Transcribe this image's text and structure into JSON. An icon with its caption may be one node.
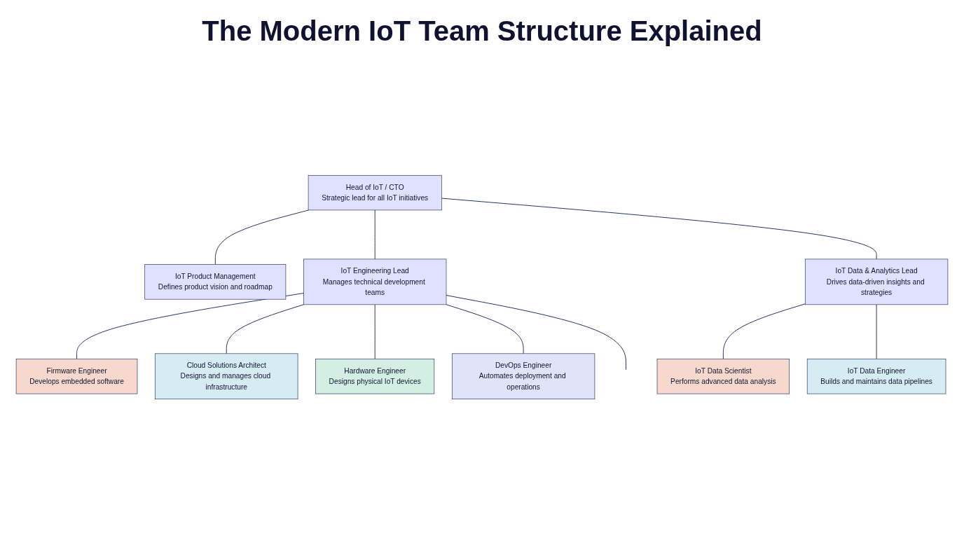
{
  "diagram": {
    "title": "The Modern IoT Team Structure Explained",
    "nodes": [
      {
        "text": [
          "Head of IoT / CTO",
          "Strategic lead for all IoT initiatives"
        ]
      },
      {
        "text": [
          "IoT Product Management",
          "Defines product vision and roadmap"
        ]
      },
      {
        "text": [
          "IoT Engineering Lead",
          "Manages technical development teams"
        ]
      },
      {
        "text": [
          "IoT Data & Analytics Lead",
          "Drives data-driven insights and strategies"
        ]
      },
      {
        "text": [
          "Firmware Engineer",
          "Develops embedded software"
        ]
      },
      {
        "text": [
          "Cloud Solutions Architect",
          "Designs and manages cloud infrastructure"
        ]
      },
      {
        "text": [
          "Hardware Engineer",
          "Designs physical IoT devices"
        ]
      },
      {
        "text": [
          "DevOps Engineer",
          "Automates deployment and operations"
        ]
      },
      {
        "text": [
          "IoT Data Scientist",
          "Performs advanced data analysis"
        ]
      },
      {
        "text": [
          "IoT Data Engineer",
          "Builds and maintains data pipelines"
        ]
      }
    ],
    "edges": [
      {
        "from": 0,
        "to": 1,
        "arrow": "none"
      },
      {
        "from": 0,
        "to": 2,
        "arrow": "none"
      },
      {
        "from": 0,
        "to": 3,
        "arrow": "none"
      },
      {
        "from": 2,
        "to": 4,
        "arrow": "none"
      },
      {
        "from": 2,
        "to": 5,
        "arrow": "none"
      },
      {
        "from": 2,
        "to": 6,
        "arrow": "none"
      },
      {
        "from": 2,
        "to": 7,
        "arrow": "none"
      },
      {
        "from": 2,
        "to": null,
        "arrow": "none"
      },
      {
        "from": 3,
        "to": 8,
        "arrow": "none"
      },
      {
        "from": 3,
        "to": 9,
        "arrow": "none"
      }
    ]
  }
}
